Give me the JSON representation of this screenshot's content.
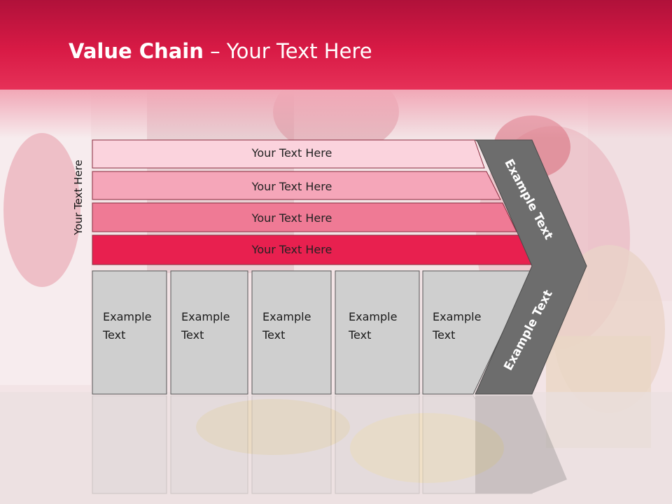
{
  "slide": {
    "title_bold": "Value Chain",
    "title_rest": " – Your Text Here",
    "side_label": "Your Text Here"
  },
  "support_bars": [
    {
      "label": "Your Text Here",
      "color": "#fbd3dd"
    },
    {
      "label": "Your Text Here",
      "color": "#f5a6b9"
    },
    {
      "label": "Your Text Here",
      "color": "#ef7a95"
    },
    {
      "label": "Your Text Here",
      "color": "#e8204f"
    }
  ],
  "primary_boxes": [
    {
      "line1": "Example",
      "line2": "Text"
    },
    {
      "line1": "Example",
      "line2": "Text"
    },
    {
      "line1": "Example",
      "line2": "Text"
    },
    {
      "line1": "Example",
      "line2": "Text"
    },
    {
      "line1": "Example",
      "line2": "Text"
    }
  ],
  "arrow": {
    "top_label": "Example Text",
    "bottom_label": "Example Text",
    "color": "#6d6d6d"
  },
  "colors": {
    "header": "#d81a45",
    "box_fill": "#cfcfcf"
  }
}
